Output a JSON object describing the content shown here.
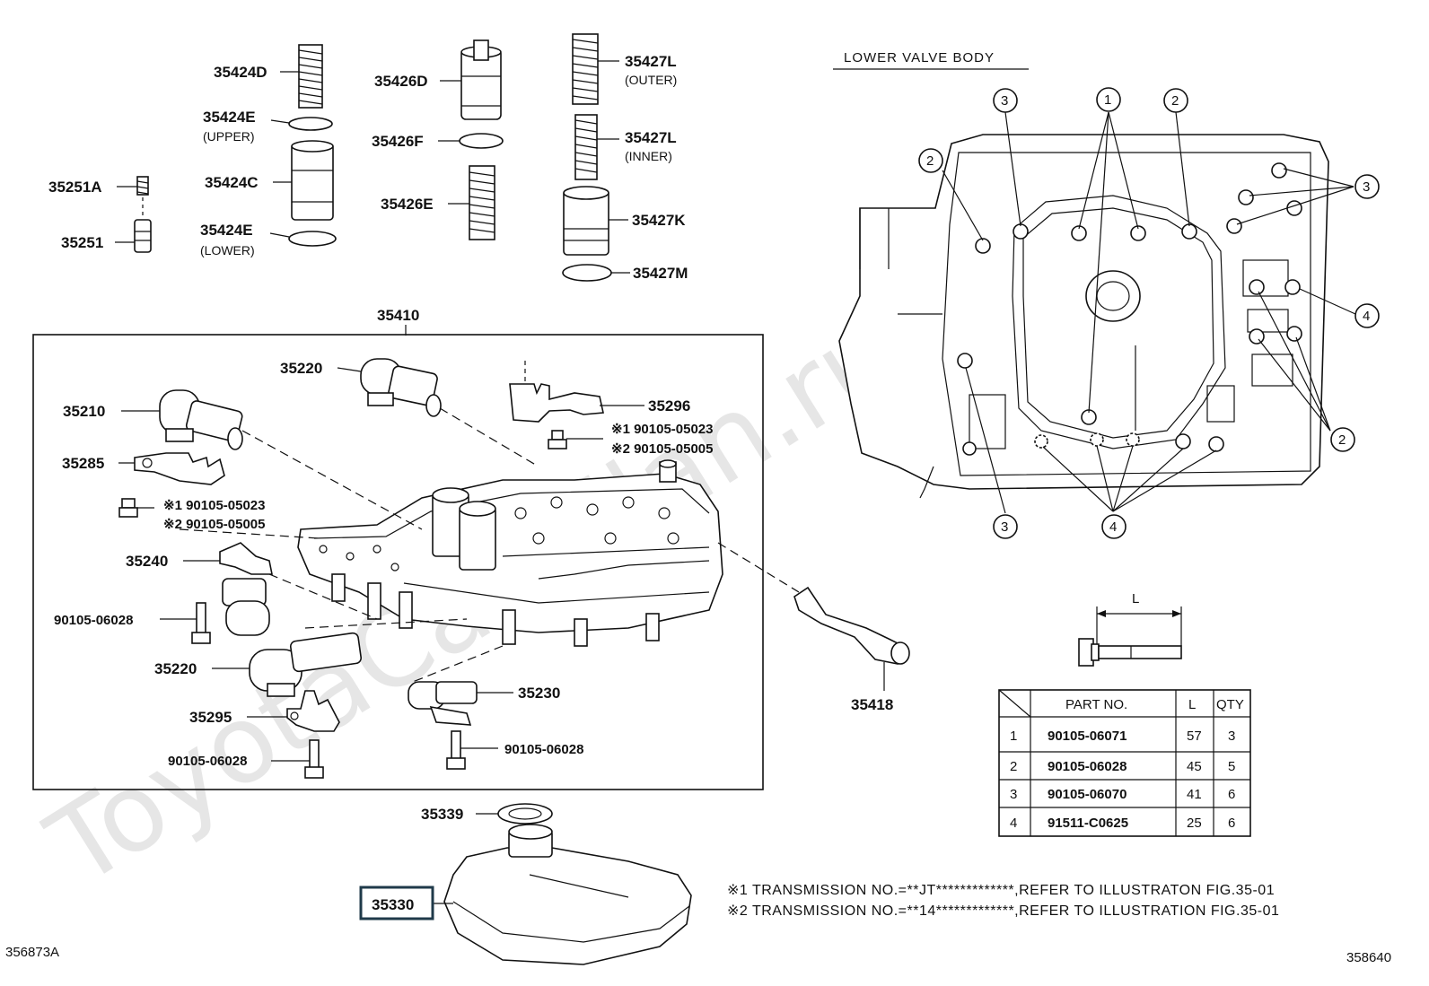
{
  "watermark": "ToyotaCarMilan.ru",
  "section": {
    "title": "LOWER VALVE BODY"
  },
  "labels": {
    "p35424D": "35424D",
    "p35424E_u": "35424E",
    "upper": "(UPPER)",
    "p35424C": "35424C",
    "p35424E_l": "35424E",
    "lower": "(LOWER)",
    "p35251A": "35251A",
    "p35251": "35251",
    "p35426D": "35426D",
    "p35426F": "35426F",
    "p35426E": "35426E",
    "p35427L_o": "35427L",
    "outer": "(OUTER)",
    "p35427L_i": "35427L",
    "inner": "(INNER)",
    "p35427K": "35427K",
    "p35427M": "35427M",
    "p35410": "35410",
    "p35220_a": "35220",
    "p35210": "35210",
    "p35296": "35296",
    "p35285": "35285",
    "p35240": "35240",
    "p90105_06028_a": "90105-06028",
    "p35220_b": "35220",
    "p35295": "35295",
    "p90105_06028_b": "90105-06028",
    "p35230": "35230",
    "p90105_06028_c": "90105-06028",
    "p35418": "35418",
    "p35339": "35339",
    "p35330": "35330",
    "note1_a": "※1 90105-05023",
    "note2_a": "※2 90105-05005",
    "note1_b": "※1 90105-05023",
    "note2_b": "※2 90105-05005"
  },
  "callouts": [
    "1",
    "2",
    "3",
    "4"
  ],
  "bolt_dimension": "L",
  "bolt_table": {
    "headers": [
      "",
      "PART NO.",
      "L",
      "QTY"
    ],
    "rows": [
      {
        "idx": "1",
        "part": "90105-06071",
        "l": "57",
        "qty": "3"
      },
      {
        "idx": "2",
        "part": "90105-06028",
        "l": "45",
        "qty": "5"
      },
      {
        "idx": "3",
        "part": "90105-06070",
        "l": "41",
        "qty": "6"
      },
      {
        "idx": "4",
        "part": "91511-C0625",
        "l": "25",
        "qty": "6"
      }
    ]
  },
  "notes": {
    "n1": "※1 TRANSMISSION NO.=**JT*************,REFER TO ILLUSTRATON FIG.35-01",
    "n2": "※2 TRANSMISSION NO.=**14*************,REFER TO ILLUSTRATION FIG.35-01"
  },
  "footer": {
    "left_code": "356873A",
    "right_code": "358640"
  },
  "colors": {
    "ink": "#111111",
    "watermark": "#e6e6e6",
    "highlight_box": "#1f3a4a"
  }
}
